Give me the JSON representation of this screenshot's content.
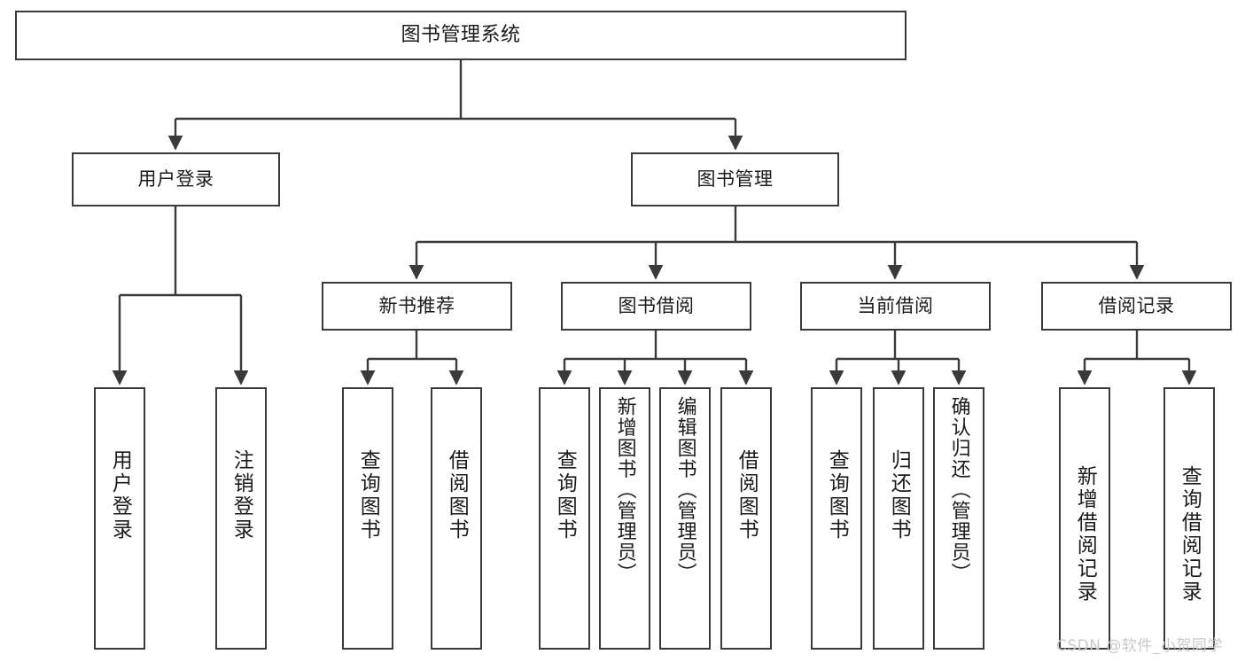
{
  "diagram": {
    "title": "图书管理系统",
    "type": "hierarchy-tree",
    "background_color": "#ffffff",
    "border_color": "#3a3a3a",
    "text_color": "#1b1b1b"
  },
  "nodes": {
    "root": {
      "label": "图书管理系统"
    },
    "level1": [
      {
        "label": "用户登录"
      },
      {
        "label": "图书管理"
      }
    ],
    "level2": [
      {
        "label": "新书推荐"
      },
      {
        "label": "图书借阅"
      },
      {
        "label": "当前借阅"
      },
      {
        "label": "借阅记录"
      }
    ],
    "leaves": [
      {
        "label": "用户登录"
      },
      {
        "label": "注销登录"
      },
      {
        "label": "查询图书"
      },
      {
        "label": "借阅图书"
      },
      {
        "label": "查询图书"
      },
      {
        "label": "新增图书（管理员）"
      },
      {
        "label": "编辑图书（管理员）"
      },
      {
        "label": "借阅图书"
      },
      {
        "label": "查询图书"
      },
      {
        "label": "归还图书"
      },
      {
        "label": "确认归还（管理员）"
      },
      {
        "label": "新增借阅记录"
      },
      {
        "label": "查询借阅记录"
      }
    ]
  },
  "watermark": {
    "text": "CSDN @软件_小贺同学",
    "color": "#c9c9c9"
  }
}
